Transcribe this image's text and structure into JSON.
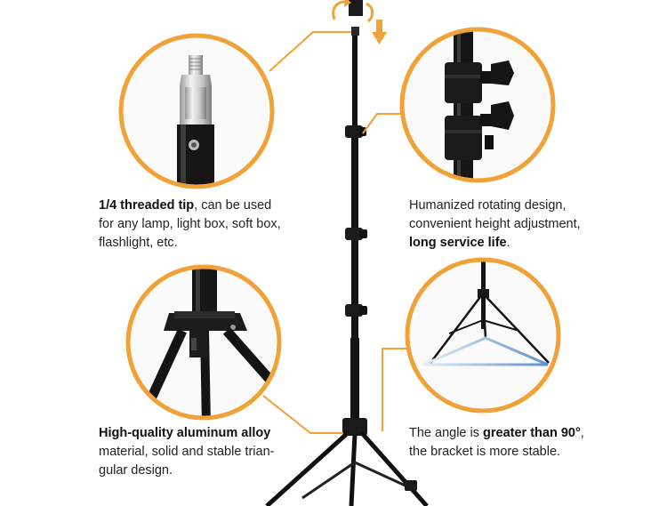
{
  "accent_color": "#f0a238",
  "features": {
    "tip": {
      "bold": "1/4 threaded tip",
      "line1_rest": ", can be used",
      "line2": "for any lamp, light box, soft box,",
      "line3": "flashlight, etc."
    },
    "rotation": {
      "line1": "Humanized rotating design,",
      "line2": "convenient height adjustment,",
      "bold": "long service life",
      "tail": "."
    },
    "alloy": {
      "bold": "High-quality aluminum alloy",
      "line2": "material, solid and stable trian-",
      "line3": "gular design."
    },
    "angle": {
      "pre": "The angle is ",
      "bold": "greater than 90°",
      "post": ",",
      "line2": "the bracket is more stable."
    }
  },
  "icons": {
    "rotate": "rotate-arrows-icon",
    "extend": "down-arrow-icon"
  }
}
